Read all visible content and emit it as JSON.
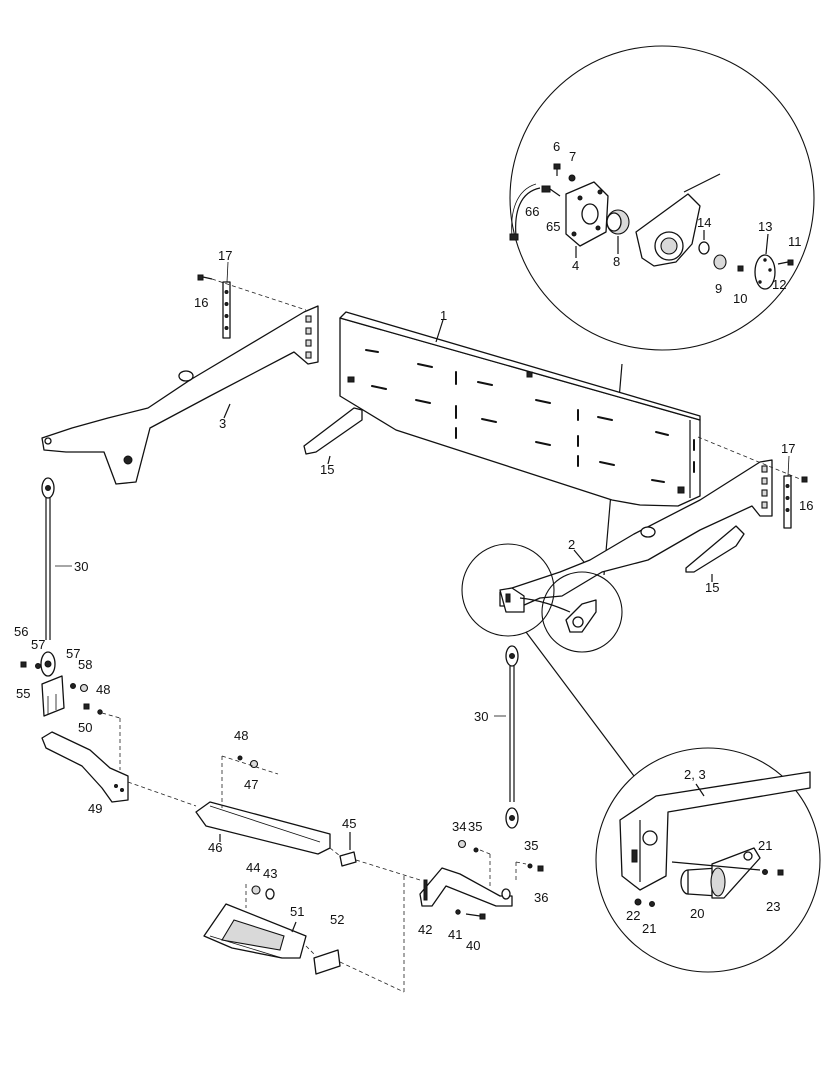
{
  "callouts": {
    "c1": "1",
    "c2": "2",
    "c3": "3",
    "c4": "4",
    "c6": "6",
    "c7": "7",
    "c8": "8",
    "c9": "9",
    "c10": "10",
    "c11": "11",
    "c12": "12",
    "c13": "13",
    "c14": "14",
    "c15a": "15",
    "c15b": "15",
    "c16a": "16",
    "c16b": "16",
    "c17a": "17",
    "c17b": "17",
    "c20": "20",
    "c21a": "21",
    "c21b": "21",
    "c22": "22",
    "c23": "23",
    "c23b": "2, 3",
    "c30a": "30",
    "c30b": "30",
    "c34": "34",
    "c35a": "35",
    "c35b": "35",
    "c36": "36",
    "c40": "40",
    "c41": "41",
    "c42": "42",
    "c43": "43",
    "c44": "44",
    "c45": "45",
    "c46": "46",
    "c47": "47",
    "c48a": "48",
    "c48b": "48",
    "c49": "49",
    "c50": "50",
    "c51": "51",
    "c52": "52",
    "c55": "55",
    "c56": "56",
    "c57a": "57",
    "c57b": "57",
    "c58": "58",
    "c65": "65",
    "c66": "66"
  }
}
